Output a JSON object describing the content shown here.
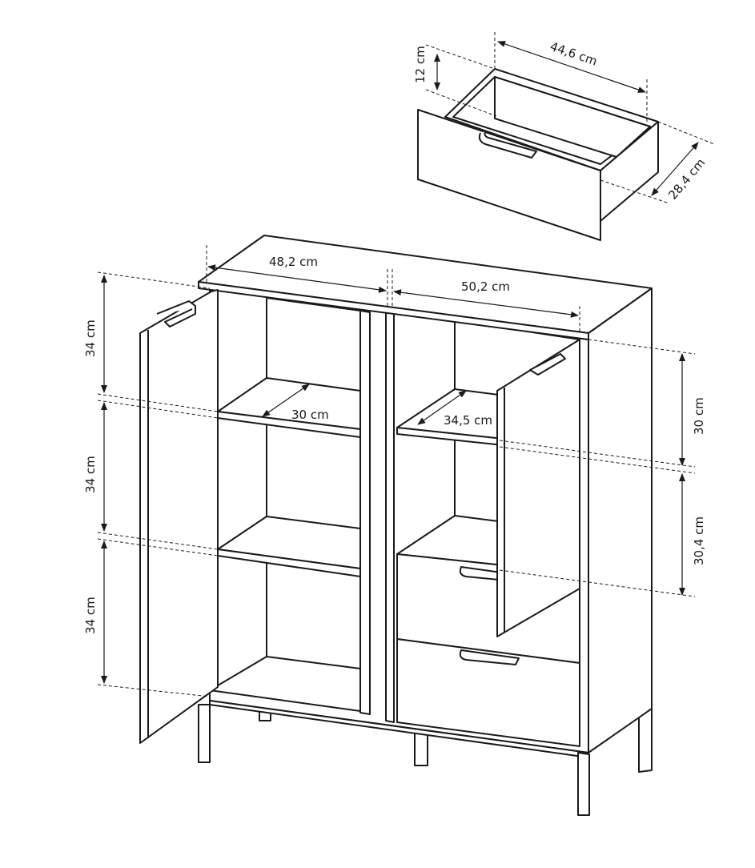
{
  "drawer": {
    "width_label": "44,6 cm",
    "height_label": "12 cm",
    "depth_label": "28,4 cm"
  },
  "cabinet": {
    "left_width_label": "48,2 cm",
    "right_width_label": "50,2 cm",
    "left_shelf_depth_label": "30 cm",
    "right_shelf_depth_label": "34,5 cm",
    "left_heights": [
      "34 cm",
      "34 cm",
      "34 cm"
    ],
    "right_upper_height_label": "30 cm",
    "right_lower_height_label": "30,4 cm"
  },
  "colors": {
    "line": "#1a1a1a",
    "background": "#ffffff"
  }
}
